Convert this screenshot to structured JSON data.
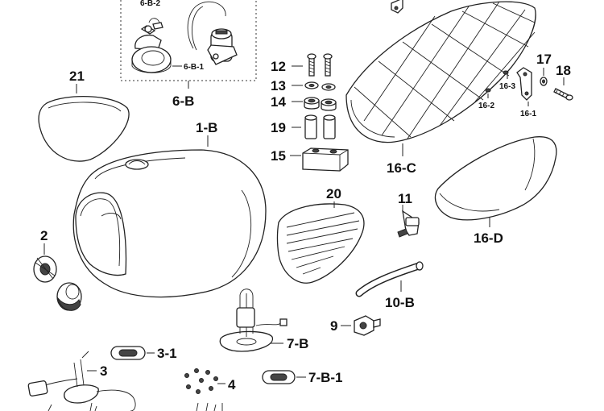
{
  "title": "",
  "labels": {
    "p1B": "1-B",
    "p2": "2",
    "p3": "3",
    "p3_1": "3-1",
    "p4": "4",
    "p6B": "6-B",
    "p6B1": "6-B-1",
    "p6B2": "6-B-2",
    "p7B": "7-B",
    "p7B1": "7-B-1",
    "p9": "9",
    "p10B": "10-B",
    "p11": "11",
    "p12": "12",
    "p13": "13",
    "p14": "14",
    "p15": "15",
    "p16_1": "16-1",
    "p16_2": "16-2",
    "p16_3": "16-3",
    "p16C": "16-C",
    "p16D": "16-D",
    "p17": "17",
    "p18": "18",
    "p19": "19",
    "p20": "20",
    "p21": "21"
  }
}
